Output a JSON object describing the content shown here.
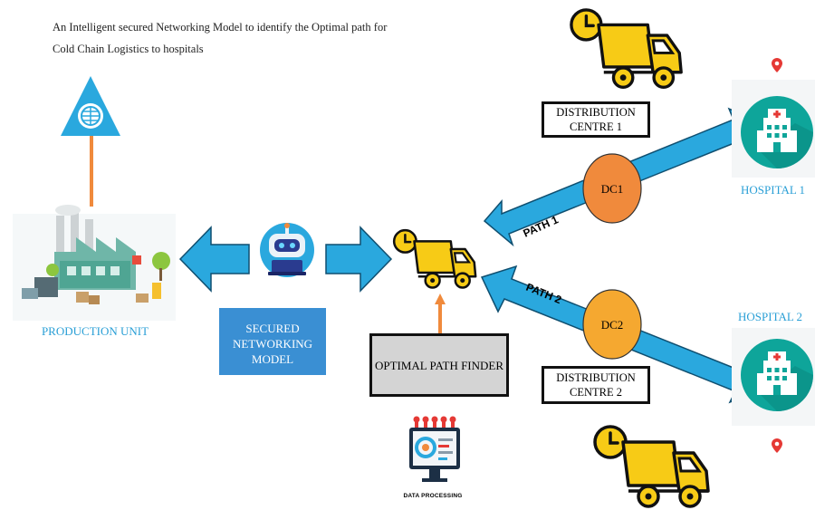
{
  "title": "An Intelligent secured Networking Model to identify the Optimal path for Cold Chain Logistics to hospitals",
  "production_unit": {
    "label": "PRODUCTION UNIT"
  },
  "secured_model": {
    "label": "SECURED NETWORKING MODEL"
  },
  "optimal_path_finder": {
    "label": "OPTIMAL PATH FINDER"
  },
  "data_processing": {
    "label": "DATA PROCESSING"
  },
  "distribution_centre_1": {
    "label": "DISTRIBUTION CENTRE 1",
    "node": "DC1",
    "color": "#f08a3c"
  },
  "distribution_centre_2": {
    "label": "DISTRIBUTION CENTRE 2",
    "node": "DC2",
    "color": "#f5a830"
  },
  "paths": {
    "path1": "PATH 1",
    "path2": "PATH 2"
  },
  "hospital_1": {
    "label": "HOSPITAL 1"
  },
  "hospital_2": {
    "label": "HOSPITAL 2"
  },
  "colors": {
    "arrow": "#2aa8de",
    "truck": "#f7cb16",
    "hospital": "#0ea59a",
    "accent_label": "#2a9fd6",
    "link": "#f08a3c"
  }
}
